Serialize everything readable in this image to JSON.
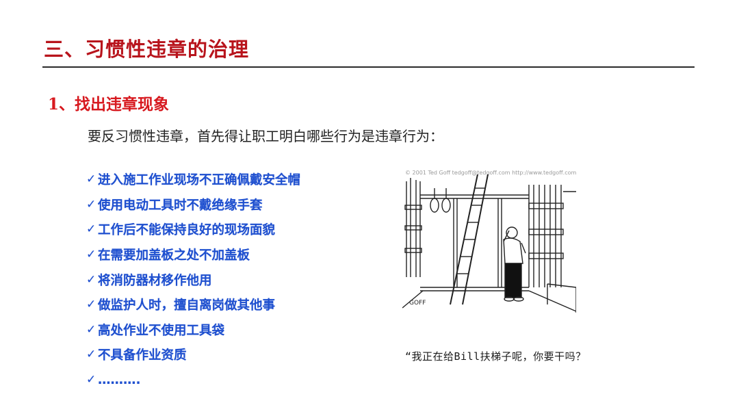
{
  "slide": {
    "title": "三、习惯性违章的治理",
    "section": {
      "number": "1、",
      "label": "找出违章现象"
    },
    "intro": "要反习惯性违章，首先得让职工明白哪些行为是违章行为：",
    "check_glyph": "✓",
    "violations": [
      "进入施工作业现场不正确佩戴安全帽",
      "使用电动工具时不戴绝缘手套",
      "工作后不能保持良好的现场面貌",
      "在需要加盖板之处不加盖板",
      "将消防器材移作他用",
      "做监护人时，擅自离岗做其他事",
      "高处作业不使用工具袋",
      "不具备作业资质",
      "………."
    ],
    "cartoon": {
      "copyright": "© 2001 Ted Goff tedgoff@tedgoff.com http://www.tedgoff.com",
      "signature": "GOFF",
      "caption": "“我正在给Bill扶梯子呢，你要干吗？"
    },
    "colors": {
      "title": "#b8141c",
      "section": "#d7191f",
      "list": "#1e4fcf",
      "divider": "#2a2a2a"
    }
  }
}
